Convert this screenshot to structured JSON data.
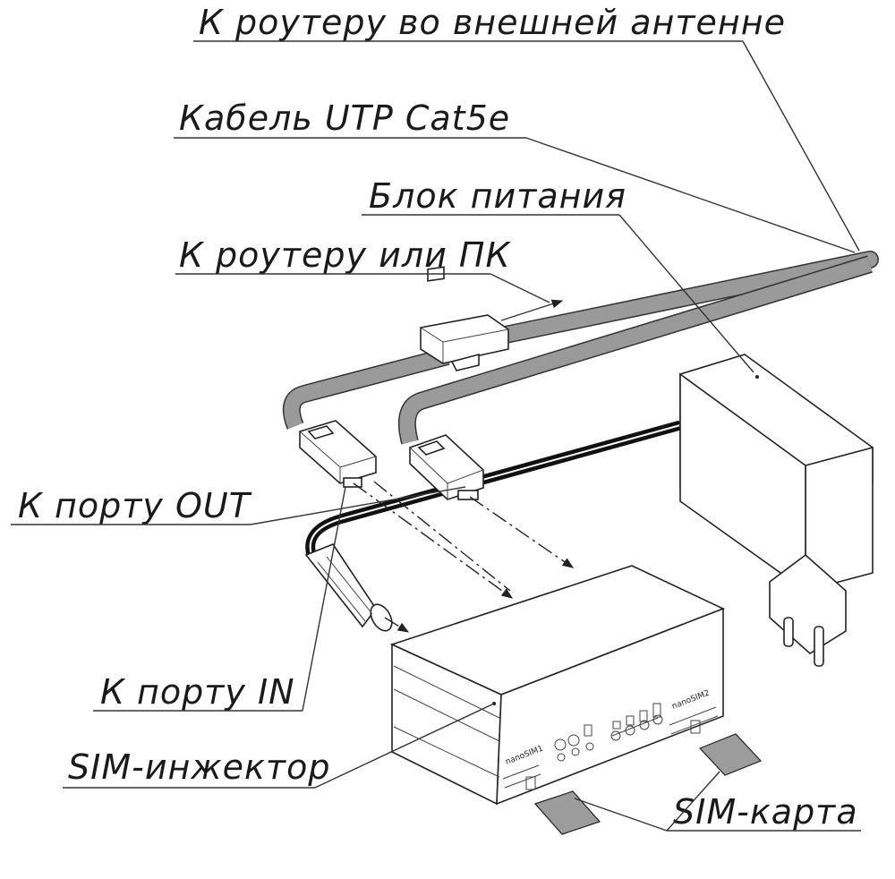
{
  "labels": {
    "router_external_antenna": "К роутеру во внешней антенне",
    "cable_utp": "Кабель UTP Cat5e",
    "power_supply": "Блок питания",
    "to_router_pc": "К роутеру или ПК",
    "port_out": "К порту OUT",
    "port_in": "К порту IN",
    "sim_injector": "SIM-инжектор",
    "sim_card": "SIM-карта"
  },
  "device": {
    "slot1_label": "nanoSIM1",
    "slot2_label": "nanoSIM2"
  },
  "colors": {
    "cable_gray": "#9a9a9a",
    "cable_black": "#111111",
    "sim_gray": "#9c9c9c",
    "outline": "#222222"
  }
}
